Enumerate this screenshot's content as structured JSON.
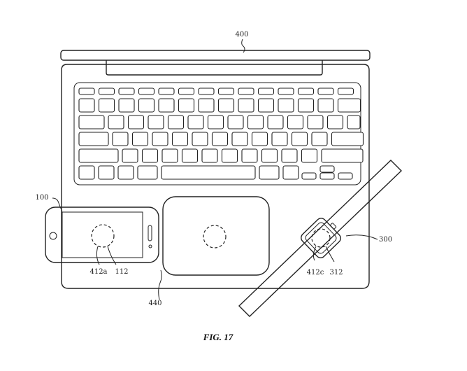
{
  "labels": {
    "laptop": "400",
    "phone": "100",
    "watch": "300",
    "surface": "440",
    "phone_coil_a": "412a",
    "phone_coil_b": "112",
    "watch_coil_c": "412c",
    "watch_coil_d": "312"
  },
  "caption": "FIG. 17"
}
